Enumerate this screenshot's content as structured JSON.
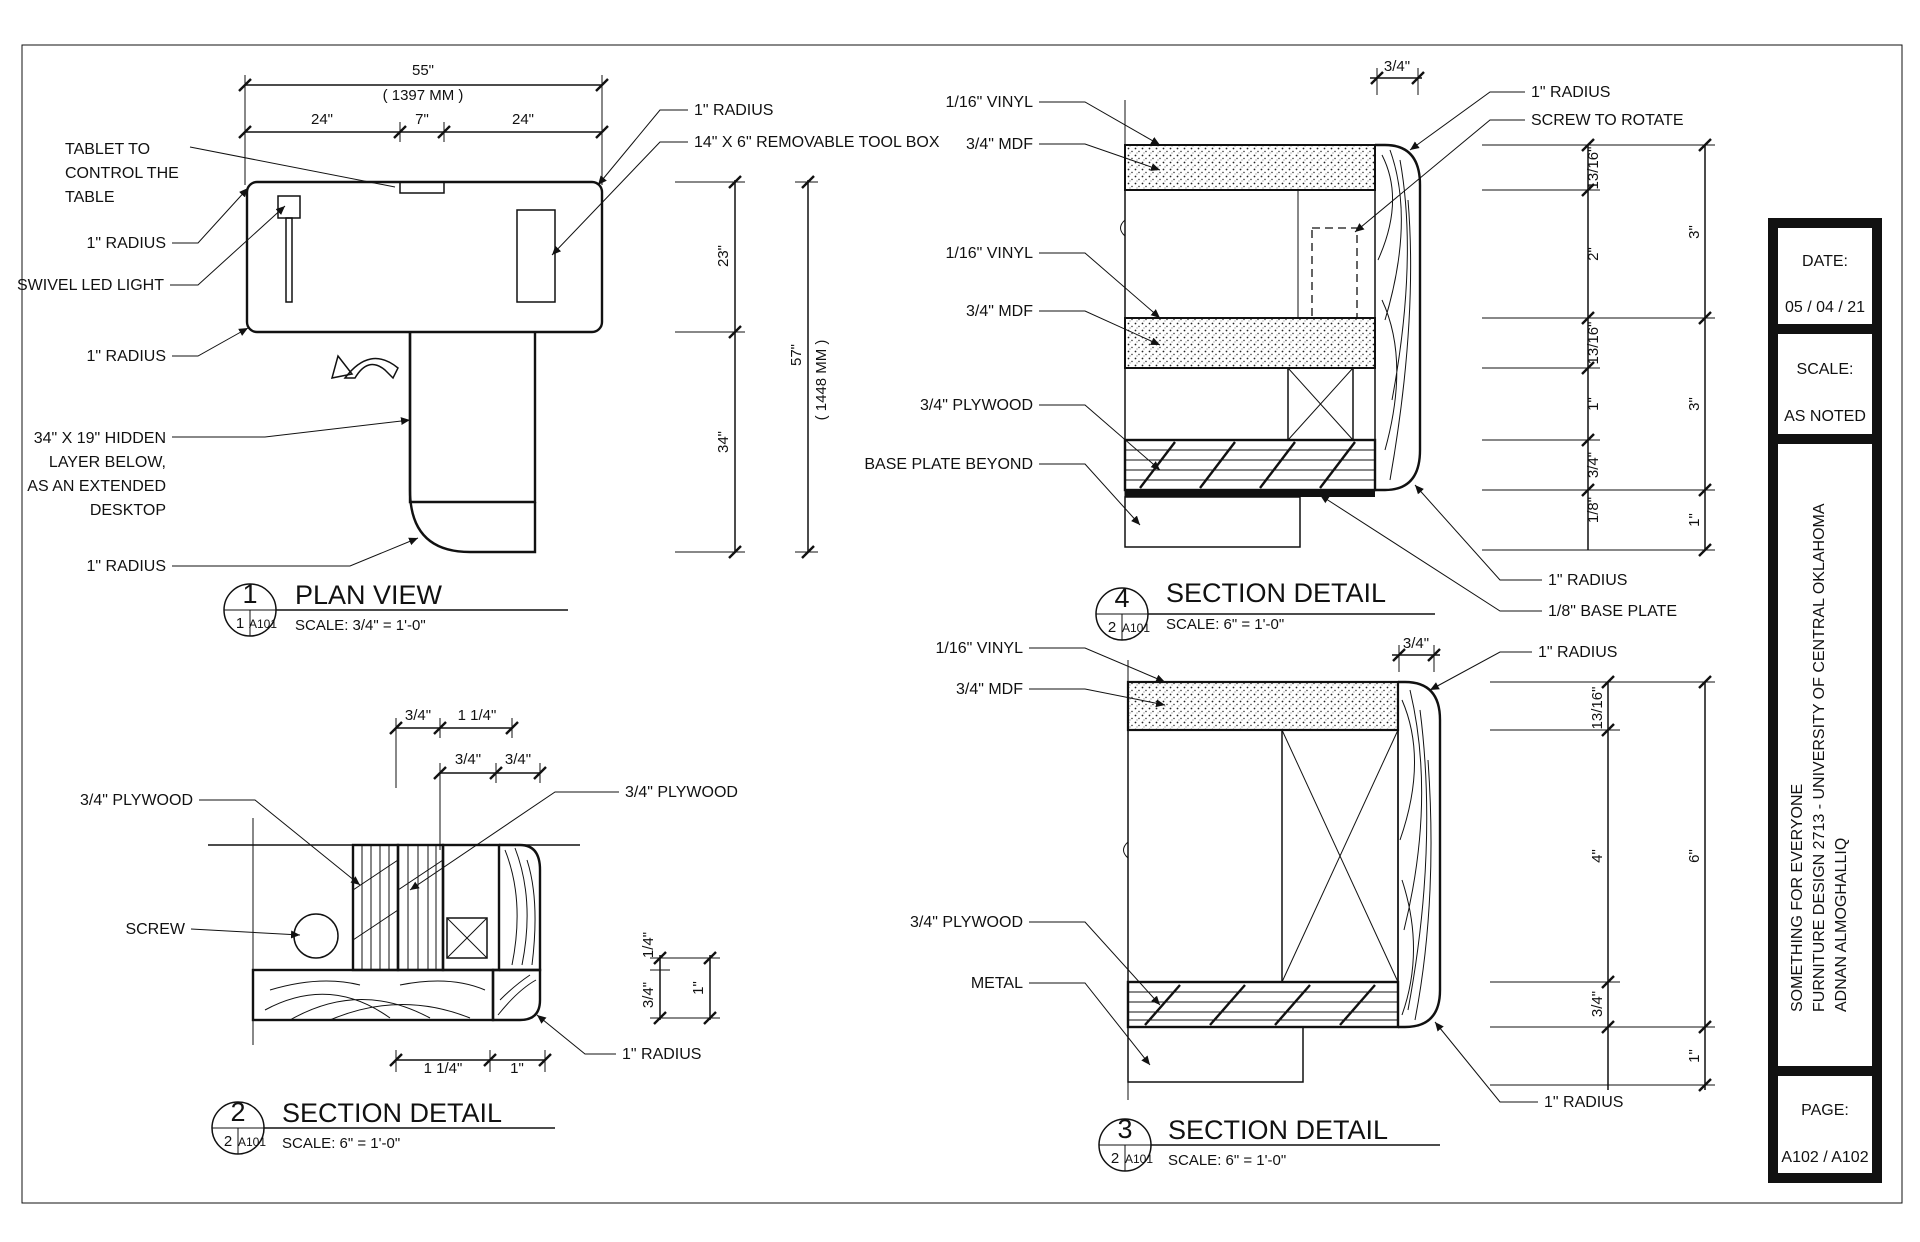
{
  "title_block": {
    "date_label": "DATE:",
    "date_value": "05 / 04 / 21",
    "scale_label": "SCALE:",
    "scale_value": "AS NOTED",
    "project_line1": "SOMETHING FOR EVERYONE",
    "project_line2": "FURNITURE DESIGN 2713 - UNIVERSITY OF CENTRAL OKLAHOMA",
    "project_line3": "ADNAN ALMOGHALLIQ",
    "page_label": "PAGE:",
    "page_value": "A102 / A102"
  },
  "plan_view": {
    "title": "PLAN VIEW",
    "number": "1",
    "ref_left": "1",
    "ref_right": "A101",
    "scale": "SCALE: 3/4\" = 1'-0\"",
    "dim_overall": "55\"",
    "dim_overall_mm": "( 1397 MM )",
    "dim_a": "24\"",
    "dim_b": "7\"",
    "dim_c": "24\"",
    "dim_v_top": "23\"",
    "dim_v_bottom": "34\"",
    "dim_v_total": "57\"",
    "dim_v_total_mm": "( 1448 MM )",
    "labels": {
      "tablet_1": "TABLET TO",
      "tablet_2": "CONTROL THE",
      "tablet_3": "TABLE",
      "radius_a": "1\" RADIUS",
      "swivel": "SWIVEL LED LIGHT",
      "radius_b": "1\" RADIUS",
      "hidden_1": "34\" X 19\" HIDDEN",
      "hidden_2": "LAYER BELOW,",
      "hidden_3": "AS AN EXTENDED",
      "hidden_4": "DESKTOP",
      "radius_c": "1\" RADIUS",
      "radius_top": "1\" RADIUS",
      "toolbox": "14\" X 6\" REMOVABLE TOOL BOX"
    }
  },
  "section_2": {
    "title": "SECTION DETAIL",
    "number": "2",
    "ref_left": "2",
    "ref_right": "A101",
    "scale": "SCALE: 6\" = 1'-0\"",
    "dim_top_a": "3/4\"",
    "dim_top_b": "1 1/4\"",
    "dim_top_c": "3/4\"",
    "dim_top_d": "3/4\"",
    "dim_bot_a": "1 1/4\"",
    "dim_bot_b": "1\"",
    "dim_side_a": "1/4\"",
    "dim_side_b": "3/4\"",
    "dim_side_c": "1\"",
    "labels": {
      "plywood_left": "3/4\" PLYWOOD",
      "plywood_right": "3/4\" PLYWOOD",
      "screw": "SCREW",
      "radius": "1\" RADIUS"
    }
  },
  "section_4": {
    "title": "SECTION DETAIL",
    "number": "4",
    "ref_left": "2",
    "ref_right": "A101",
    "scale": "SCALE: 6\" = 1'-0\"",
    "dim_top": "3/4\"",
    "dims_inner": [
      "13/16\"",
      "2\"",
      "13/16\"",
      "1\"",
      "3/4\"",
      "1/8\""
    ],
    "dims_outer": [
      "3\"",
      "3\"",
      "1\""
    ],
    "labels": {
      "vinyl_1": "1/16\" VINYL",
      "mdf_1": "3/4\" MDF",
      "vinyl_2": "1/16\" VINYL",
      "mdf_2": "3/4\" MDF",
      "plywood": "3/4\" PLYWOOD",
      "base_beyond": "BASE PLATE BEYOND",
      "radius_top": "1\" RADIUS",
      "screw_rotate": "SCREW TO ROTATE",
      "radius_bottom": "1\" RADIUS",
      "base_plate": "1/8\" BASE PLATE"
    }
  },
  "section_3": {
    "title": "SECTION DETAIL",
    "number": "3",
    "ref_left": "2",
    "ref_right": "A101",
    "scale": "SCALE: 6\" = 1'-0\"",
    "dim_top": "3/4\"",
    "dims_inner": [
      "13/16\"",
      "4\"",
      "3/4\""
    ],
    "dims_outer": [
      "6\"",
      "1\""
    ],
    "labels": {
      "vinyl": "1/16\" VINYL",
      "mdf": "3/4\" MDF",
      "plywood": "3/4\" PLYWOOD",
      "metal": "METAL",
      "radius_top": "1\" RADIUS",
      "radius_bottom": "1\" RADIUS"
    }
  }
}
